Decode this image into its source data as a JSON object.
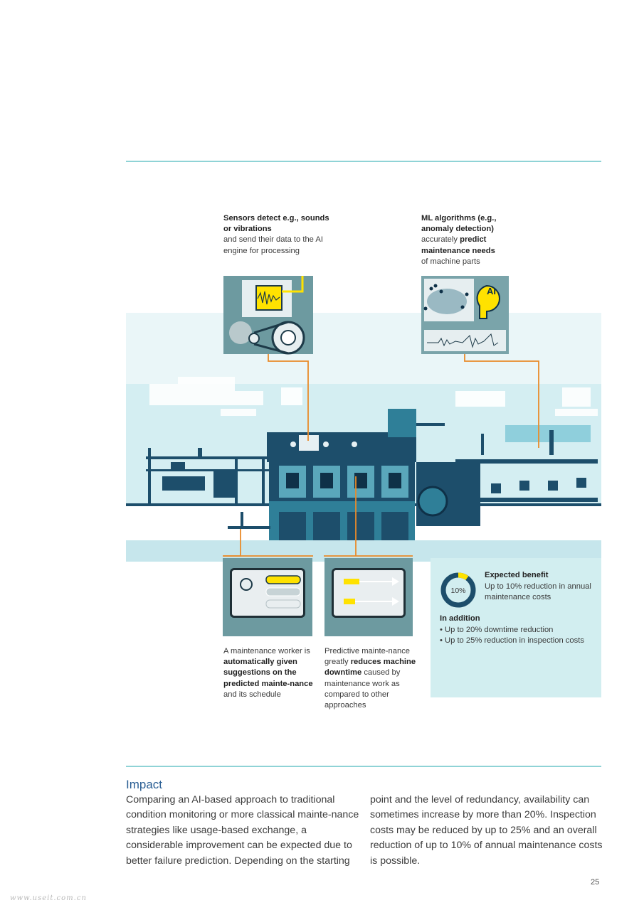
{
  "captions": {
    "sensors": {
      "bold": "Sensors detect e.g., sounds or vibrations",
      "rest": "and send their data to the AI engine for processing"
    },
    "ml": {
      "bold1": "ML algorithms (e.g., anomaly detection)",
      "mid": "accurately ",
      "bold2": "predict maintenance needs",
      "rest": "of machine parts"
    },
    "worker": {
      "pre": "A maintenance worker is ",
      "bold": "automatically given suggestions on the predicted mainte-nance",
      "rest": " and its schedule"
    },
    "predictive": {
      "pre": "Predictive mainte-nance greatly ",
      "bold": "reduces machine downtime",
      "rest": " caused by maintenance work as compared to other approaches"
    }
  },
  "ai_badge": "AI",
  "benefit": {
    "donut_label": "10%",
    "donut_fraction": 0.1,
    "title": "Expected benefit",
    "text": "Up to 10% reduction in annual maintenance costs",
    "addition_title": "In addition",
    "bullets": [
      "Up to 20% downtime reduction",
      "Up to 25% reduction in inspection costs"
    ]
  },
  "impact": {
    "title": "Impact",
    "col1": "Comparing an AI-based approach to traditional condition monitoring or more classical mainte-nance strategies like usage-based exchange, a considerable improvement can be expected due to better failure prediction. Depending on the starting",
    "col2": "point and the level of redundancy, availability can sometimes increase by more than 20%. Inspection costs may be reduced by up to 25% and an overall reduction of up to 10% of annual maintenance costs is possible."
  },
  "page_number": "25",
  "watermark": "www.useit.com.cn",
  "colors": {
    "rule": "#8fd3d6",
    "accent_orange": "#e98b2a",
    "machine_dark": "#1d4e6b",
    "machine_mid": "#2f7f98",
    "teal_light": "#bfe3e8",
    "yellow": "#ffe200",
    "impact_title": "#2b5f94"
  }
}
